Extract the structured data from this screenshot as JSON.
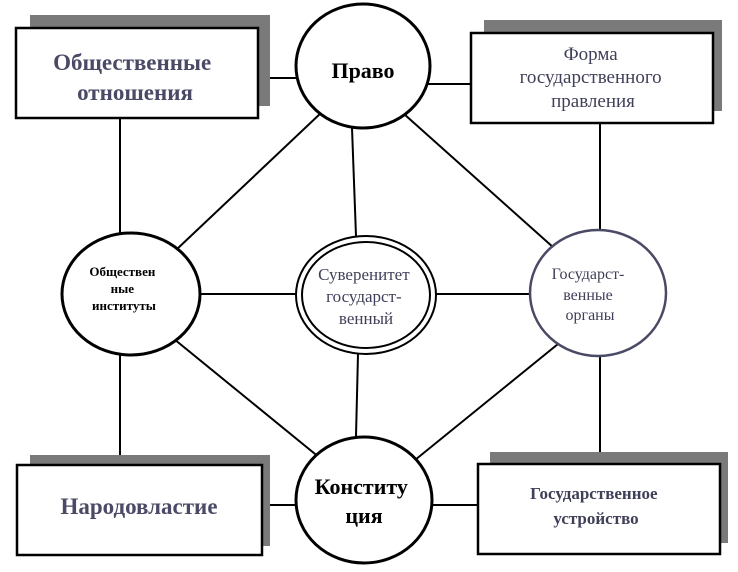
{
  "diagram": {
    "boxes": {
      "social_relations": {
        "lines": [
          "Общественные",
          "отношения"
        ]
      },
      "form_of_government": {
        "lines": [
          "Форма",
          "государственного",
          "правления"
        ]
      },
      "people_power": {
        "lines": [
          "Народовластие"
        ]
      },
      "state_structure": {
        "lines": [
          "Государственное",
          "устройство"
        ]
      }
    },
    "circles": {
      "law": {
        "lines": [
          "Право"
        ]
      },
      "social_institutions": {
        "lines": [
          "Обществен",
          "ные",
          "институты"
        ]
      },
      "state_sovereignty": {
        "lines": [
          "Суверенитет",
          "государст-",
          "венный"
        ]
      },
      "state_bodies": {
        "lines": [
          "Государст-",
          "венные",
          "органы"
        ]
      },
      "constitution": {
        "lines": [
          "Конститу",
          "ция"
        ]
      }
    }
  }
}
